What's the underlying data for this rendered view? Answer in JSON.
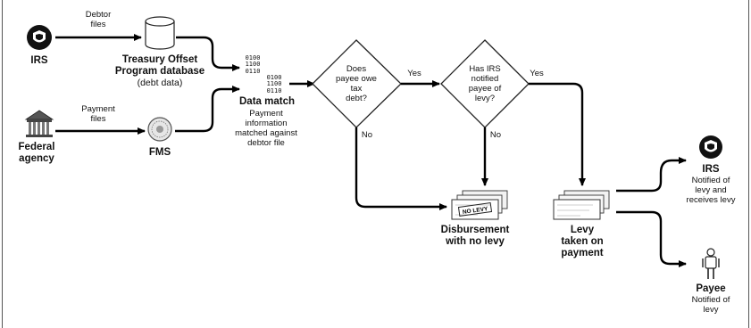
{
  "nodes": {
    "irs_source": {
      "label": "IRS"
    },
    "debtor_files": {
      "label": "Debtor\nfiles"
    },
    "top_database": {
      "title": "Treasury Offset\nProgram database",
      "subtitle": "(debt data)"
    },
    "federal_agency": {
      "label": "Federal\nagency"
    },
    "payment_files": {
      "label": "Payment\nfiles"
    },
    "fms": {
      "label": "FMS"
    },
    "binary_a": {
      "text": "0100\n1100\n0110"
    },
    "binary_b": {
      "text": "0100\n1100\n0110"
    },
    "data_match": {
      "title": "Data match",
      "desc": "Payment\ninformation\nmatched against\ndebtor file"
    },
    "decision_1": {
      "text": "Does\npayee owe\ntax\ndebt?",
      "yes": "Yes",
      "no": "No"
    },
    "decision_2": {
      "text": "Has IRS\nnotified\npayee of\nlevy?",
      "yes": "Yes",
      "no": "No"
    },
    "disbursement": {
      "label": "Disbursement\nwith no levy",
      "check_stamp": "NO LEVY"
    },
    "levy": {
      "label": "Levy\ntaken on\npayment"
    },
    "irs_dest": {
      "title": "IRS",
      "desc": "Notified of\nlevy and\nreceives levy"
    },
    "payee": {
      "title": "Payee",
      "desc": "Notified of\nlevy"
    }
  },
  "icons": {
    "irs": "irs-seal-icon",
    "agency": "government-building-icon",
    "fms": "fms-seal-icon",
    "database": "database-cylinder-icon",
    "check": "check-stack-icon",
    "person": "person-icon"
  }
}
